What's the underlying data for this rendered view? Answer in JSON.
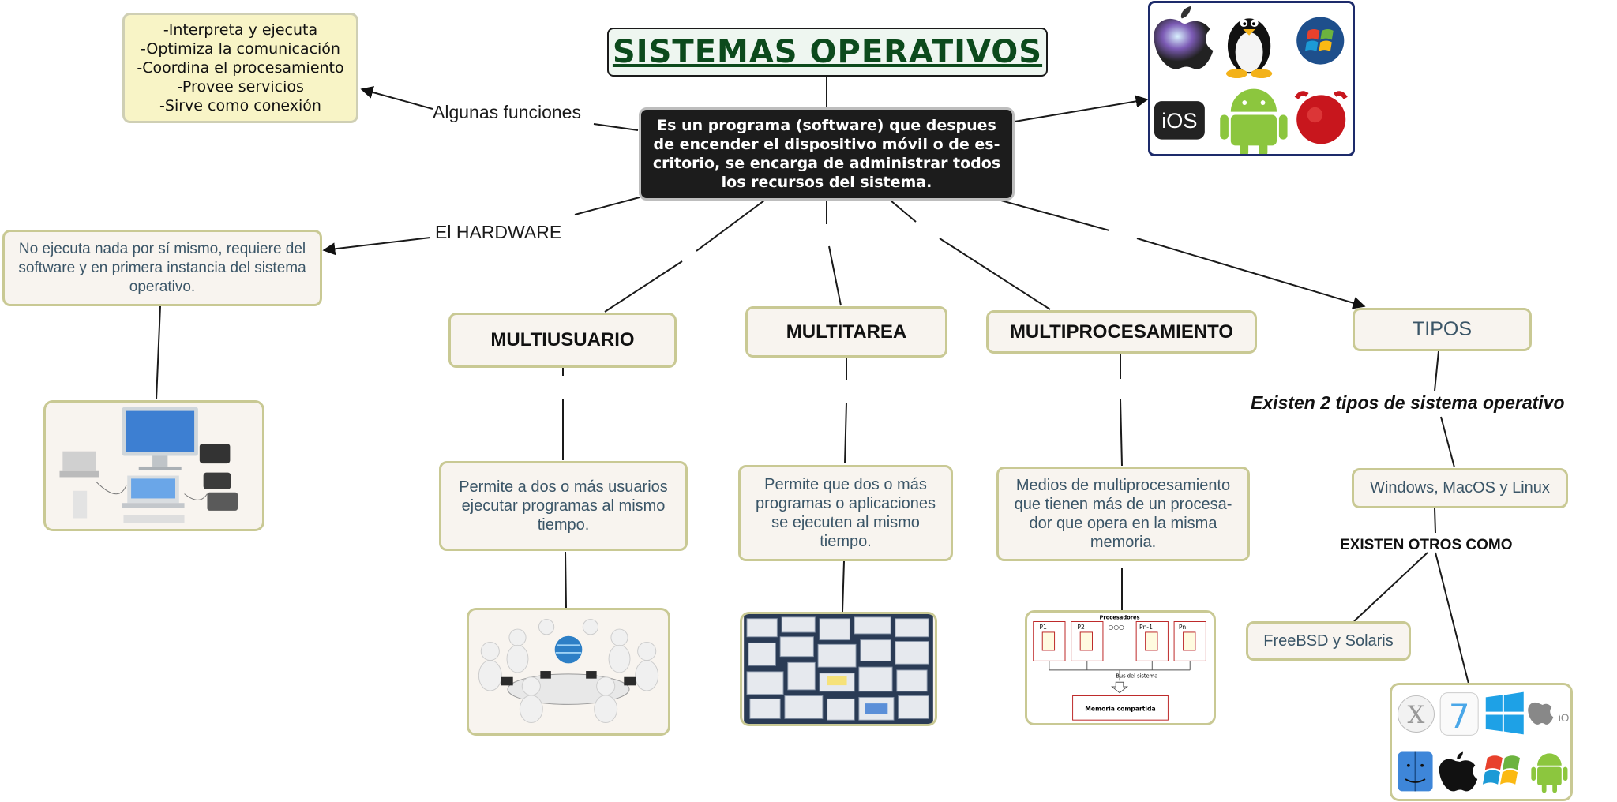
{
  "title": "SISTEMAS OPERATIVOS",
  "definition": "Es un programa (software) que despues de encender el dispositivo móvil o de es-critorio, se encarga de administrar todos los recursos del sistema.",
  "functions": {
    "label": "Algunas funciones",
    "items": [
      "-Interpreta y ejecuta",
      "-Optimiza la comunicación",
      "-Coordina el procesamiento",
      "-Provee servicios",
      "-Sirve como conexión"
    ]
  },
  "hardware": {
    "label": "El HARDWARE",
    "text": "No ejecuta nada por sí mismo, requiere del software y en primera instancia del sistema operativo."
  },
  "branches": {
    "multiusuario": {
      "title": "MULTIUSUARIO",
      "text": "Permite a dos o más usuarios ejecutar programas al mismo tiempo."
    },
    "multitarea": {
      "title": "MULTITAREA",
      "text": "Permite que dos o más programas o aplicaciones se ejecuten al mismo tiempo."
    },
    "multiprocesamiento": {
      "title": "MULTIPROCESAMIENTO",
      "text": "Medios de multiprocesamiento que tienen más de un procesa-dor que opera en la misma memoria."
    },
    "tipos": {
      "title": "TIPOS",
      "subtitle": "Existen 2 tipos de sistema operativo",
      "main": "Windows, MacOS y Linux",
      "others_label": "EXISTEN OTROS COMO",
      "others": "FreeBSD y Solaris"
    }
  },
  "diagram_image": {
    "procesadores": "Procesadores",
    "p1": "P1",
    "p2": "P2",
    "dots": "○○○",
    "pn1": "Pn-1",
    "pn": "Pn",
    "bus": "Bus del sistema",
    "memoria": "Memoria compartida"
  },
  "logos_top": {
    "ios": "iOS"
  },
  "logos_bottom": {
    "x": "X",
    "seven": "7",
    "ios": "iOS"
  },
  "colors": {
    "title_green": "#0c4a1c",
    "node_border": "#c9c994",
    "node_fill": "#f8f4ef",
    "body_text": "#3a5567",
    "dark_box": "#1c1c1c"
  }
}
